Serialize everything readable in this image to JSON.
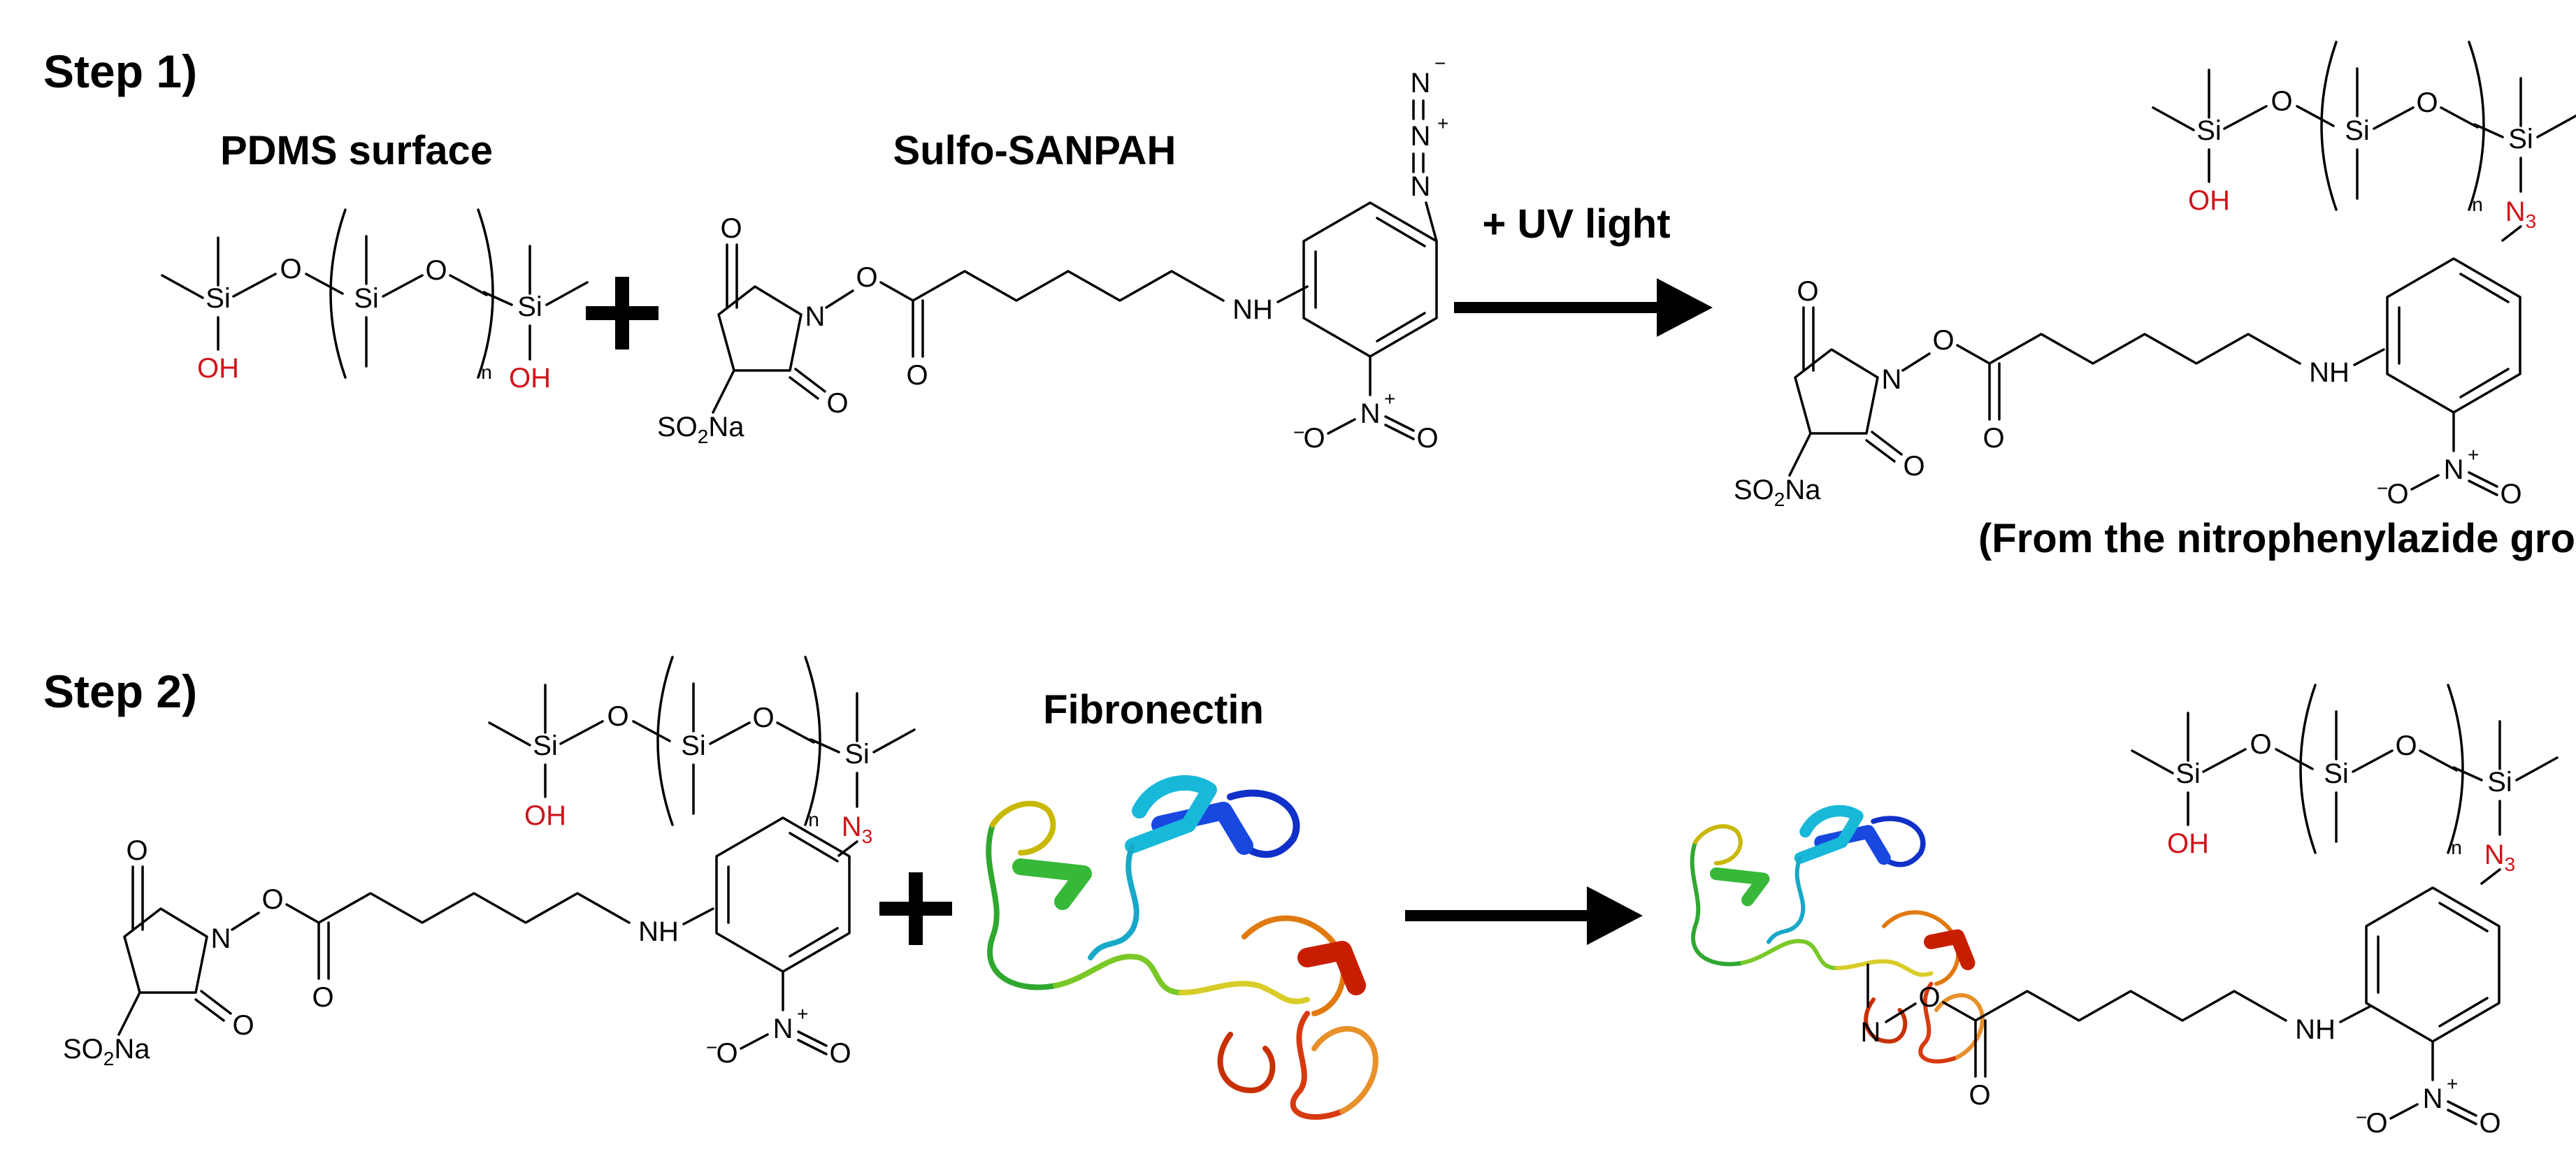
{
  "step1": {
    "label": "Step 1)",
    "pdms_title": "PDMS surface",
    "sanpah_title": "Sulfo-SANPAH",
    "reaction_condition": "+ UV light",
    "plus_sign": "+",
    "product_note": "(From the nitrophenylazide group)"
  },
  "step2": {
    "label": "Step 2)",
    "protein_title": "Fibronectin",
    "plus_sign": "+"
  },
  "atoms": {
    "si": "Si",
    "o": "O",
    "oh": "OH",
    "n": "N",
    "nh": "NH",
    "n3_main": "N",
    "n3_sub": "3",
    "so2na_main": "SO",
    "so2na_sub": "2",
    "so2na_tail": "Na",
    "repeat_n": "n",
    "plus": "+",
    "minus": "−",
    "o_minus": "O"
  },
  "colors": {
    "text": "#000000",
    "hydroxyl": "#d0141a",
    "azide": "#d0141a",
    "protein_red": "#c81e00",
    "protein_orange": "#e07a10",
    "protein_yellow": "#d8cc28",
    "protein_green": "#38b838",
    "protein_cyan": "#18b8d8",
    "protein_blue": "#1030c8"
  },
  "icons": {
    "reaction_arrow": "right-arrow-icon",
    "plus": "plus-icon",
    "protein": "protein-ribbon-icon"
  }
}
